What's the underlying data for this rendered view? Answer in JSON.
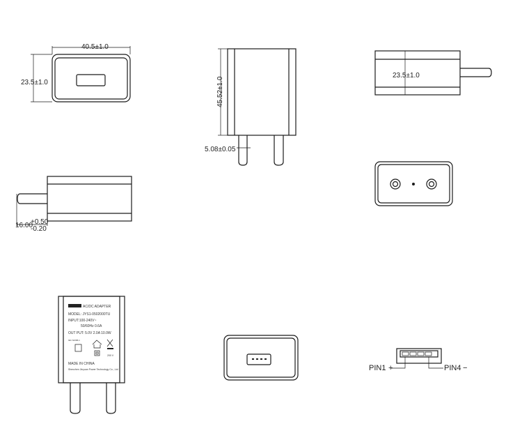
{
  "dimensions": {
    "width_top": "40.5±1.0",
    "height_top": "23.5±1.0",
    "front_height": "45.52±1.0",
    "pin_width": "5.08±0.05",
    "side_height": "23.5±1.0",
    "side_depth": "16.00",
    "side_tol_plus": "+0.50",
    "side_tol_minus": "-0.20"
  },
  "label": {
    "brand_line": "AC/DC ADAPTER",
    "model": "MODEL: JYS1-0502000TU",
    "input": "INPUT:100-240V~",
    "freq": "50/60Hz 0.6A",
    "output": "OUT PUT: 5.0V 2.0A 10.0W",
    "made_in": "MADE IN CHINA",
    "maker": "Shenzhen Jinyuan Power Technology Co., Ltd",
    "small_note": "IEC 62368-1",
    "voltage_mark": "200 V"
  },
  "pins": {
    "pin1": "PIN1",
    "pin4": "PIN4",
    "plus": "+",
    "minus": "−"
  }
}
